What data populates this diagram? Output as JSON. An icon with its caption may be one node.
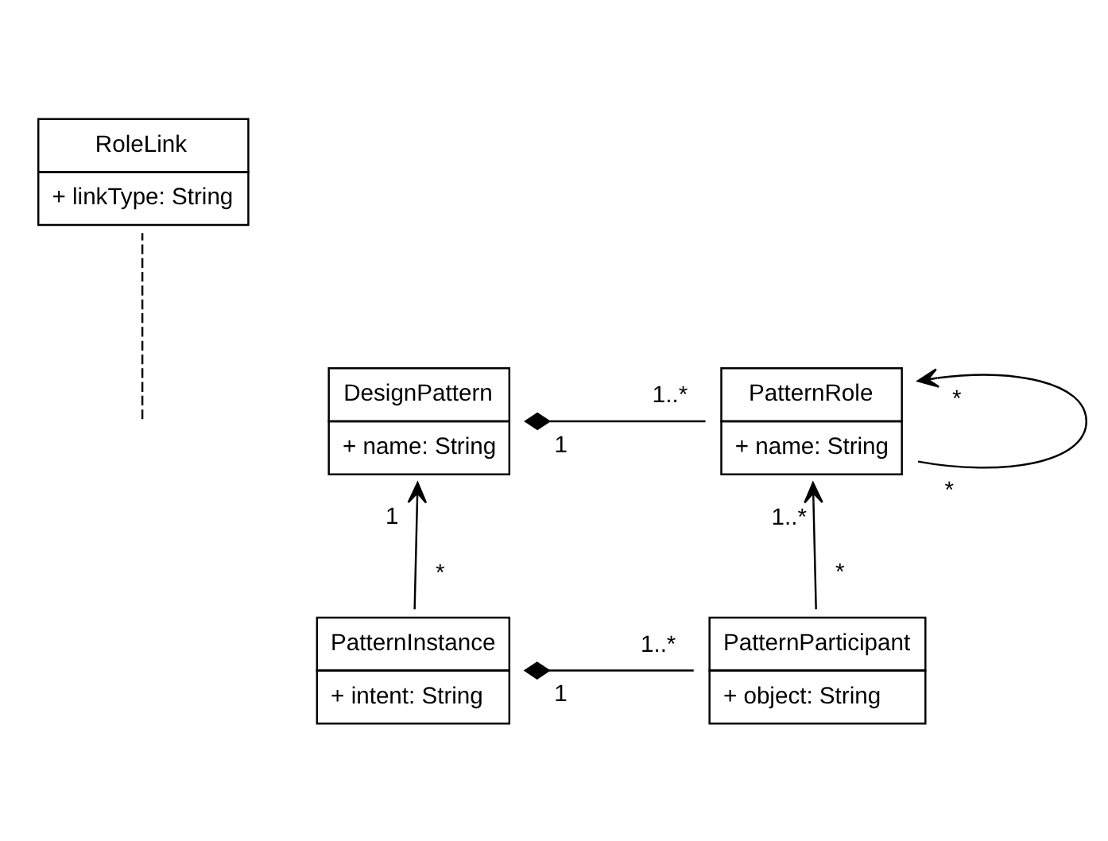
{
  "diagram": {
    "nodes": [
      {
        "text": [
          "RoleLink",
          "+ linkType: String"
        ]
      },
      {
        "text": [
          "DesignPattern",
          "+ name: String"
        ]
      },
      {
        "text": [
          "PatternRole",
          "+ name: String"
        ]
      },
      {
        "text": [
          "PatternInstance",
          "+ intent: String"
        ]
      },
      {
        "text": [
          "PatternParticipant",
          "+ object: String"
        ]
      }
    ],
    "edges": [
      {
        "from": 2,
        "to": 1,
        "arrow": "other"
      },
      {
        "from": 3,
        "to": 1,
        "arrow": "to"
      },
      {
        "from": 4,
        "to": 2,
        "arrow": "to"
      },
      {
        "from": 4,
        "to": 3,
        "arrow": "other"
      },
      {
        "from": 2,
        "to": 2,
        "arrow": "to"
      },
      {
        "from": 0,
        "to": null,
        "arrow": "none",
        "style": "dashed"
      }
    ],
    "labels": [
      "*",
      "1",
      "1..*",
      "*",
      "1",
      "1..*",
      "*",
      "*",
      "1",
      "1..*"
    ]
  }
}
